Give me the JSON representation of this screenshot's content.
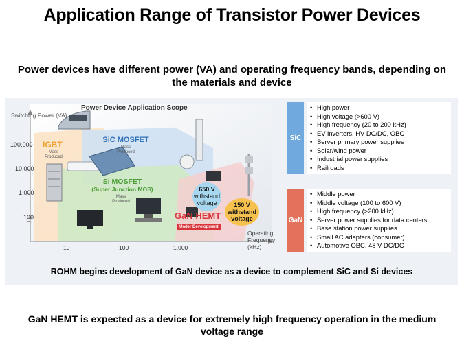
{
  "title": "Application Range of Transistor Power Devices",
  "subtitle": "Power devices have different power (VA) and operating frequency bands, depending on the materials and device",
  "scope": {
    "title": "Power Device Application Scope",
    "y_axis_label": "Switching Power (VA)",
    "y_ticks": [
      "100,000",
      "10,000",
      "1,000",
      "100"
    ],
    "x_ticks": [
      "10",
      "100",
      "1,000"
    ],
    "x_axis_label_line1": "Operating",
    "x_axis_label_line2": "Frequency",
    "x_axis_label_line3": "(kHz)",
    "igbt": {
      "label": "IGBT",
      "sub1": "Mass",
      "sub2": "Produced"
    },
    "sic_mosfet": {
      "label": "SiC MOSFET",
      "sub1": "Mass",
      "sub2": "Produced"
    },
    "si_mosfet": {
      "label1": "Si MOSFET",
      "label2": "(Super Junction MOS)",
      "sub1": "Mass",
      "sub2": "Produced"
    },
    "gan_hemt": {
      "label": "GaN HEMT",
      "badge": "Under Development"
    },
    "bubble_650": {
      "line1": "650 V",
      "line2": "withstand",
      "line3": "voltage"
    },
    "bubble_150": {
      "line1": "150 V",
      "line2": "withstand",
      "line3": "voltage"
    }
  },
  "sic": {
    "label": "SiC",
    "items": [
      "High power",
      "High voltage (>600 V)",
      "High frequency (20 to 200 kHz)",
      "EV inverters, HV DC/DC, OBC",
      "Server primary power supplies",
      "Solar/wind power",
      "Industrial power supplies",
      "Railroads"
    ]
  },
  "gan": {
    "label": "GaN",
    "items": [
      "Middle power",
      "Middle voltage (100 to 600 V)",
      "High frequency (>200 kHz)",
      "Server power supplies for data centers",
      "Base station power supplies",
      "Small AC adapters (consumer)",
      "Automotive OBC, 48 V DC/DC"
    ]
  },
  "rohm_note": "ROHM begins development of GaN device as a device to complement SiC and Si devices",
  "conclusion": "GaN HEMT is expected as a device for extremely high frequency operation in the medium voltage range",
  "colors": {
    "sic_accent": "#6fa9dd",
    "gan_accent": "#e2725b",
    "igbt_text": "#f0a030",
    "sic_mosfet_text": "#2f6fb8",
    "si_mosfet_text": "#4a9a35",
    "gan_hemt_text": "#d8343a"
  }
}
